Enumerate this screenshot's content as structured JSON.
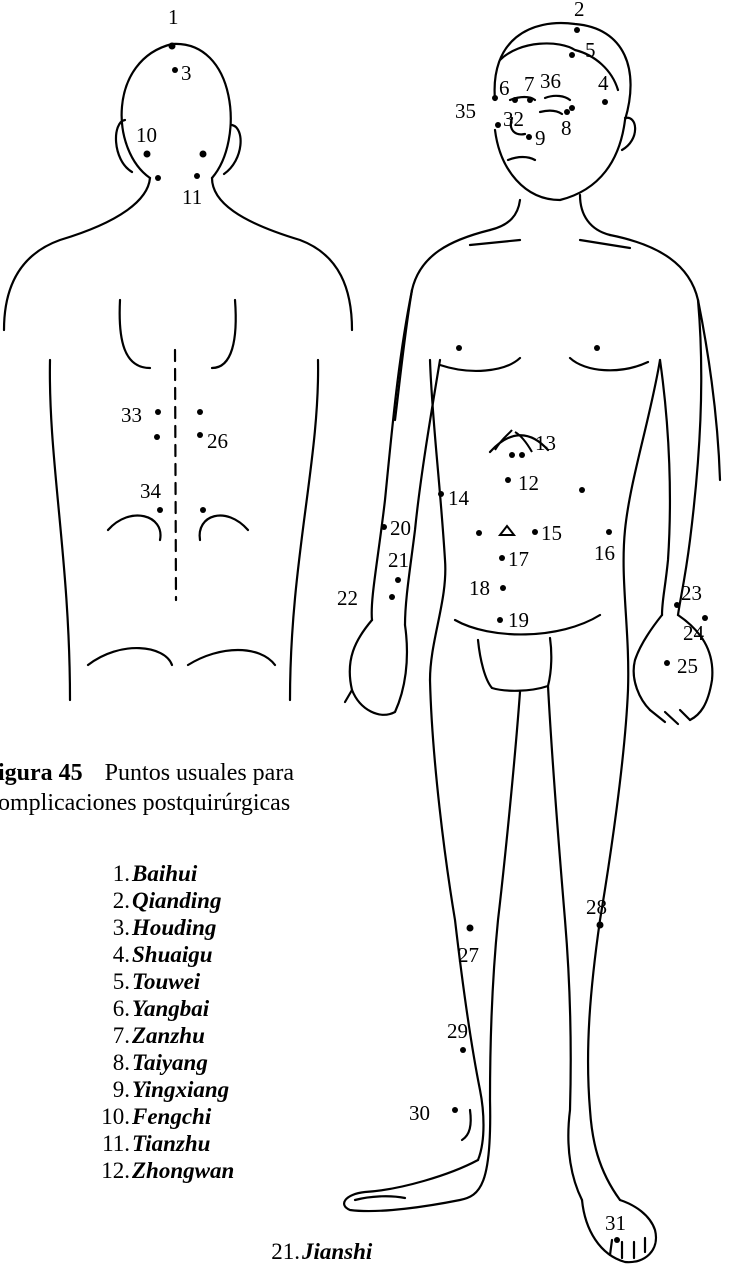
{
  "caption": {
    "number": "igura 45",
    "line1": "Puntos usuales para",
    "line2": "omplicaciones postquirúrgicas"
  },
  "points": [
    {
      "n": "1.",
      "name": "Baihui"
    },
    {
      "n": "2.",
      "name": "Qianding"
    },
    {
      "n": "3.",
      "name": "Houding"
    },
    {
      "n": "4.",
      "name": "Shuaigu"
    },
    {
      "n": "5.",
      "name": "Touwei"
    },
    {
      "n": "6.",
      "name": "Yangbai"
    },
    {
      "n": "7.",
      "name": "Zanzhu"
    },
    {
      "n": "8.",
      "name": "Taiyang"
    },
    {
      "n": "9.",
      "name": "Yingxiang"
    },
    {
      "n": "10.",
      "name": "Fengchi"
    },
    {
      "n": "11.",
      "name": "Tianzhu"
    },
    {
      "n": "12.",
      "name": "Zhongwan"
    }
  ],
  "points_col2": [
    {
      "n": "21.",
      "name": "Jianshi"
    }
  ],
  "labels": {
    "back": [
      "1",
      "3",
      "10",
      "11",
      "33",
      "26",
      "34"
    ],
    "front": [
      "2",
      "5",
      "6",
      "7",
      "36",
      "4",
      "32",
      "35",
      "9",
      "8",
      "13",
      "12",
      "14",
      "20",
      "15",
      "16",
      "21",
      "17",
      "22",
      "18",
      "19",
      "23",
      "24",
      "25",
      "27",
      "28",
      "29",
      "30",
      "31"
    ]
  }
}
